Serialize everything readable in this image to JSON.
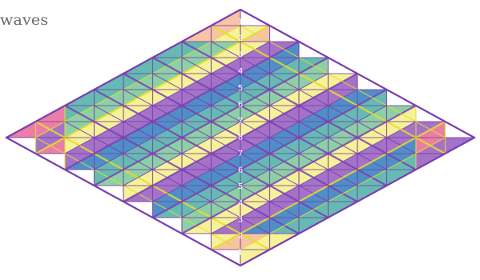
{
  "title": "waves",
  "axis_labels": [
    "1",
    "2",
    "3",
    "4",
    "5",
    "6",
    "7",
    "8",
    "7",
    "6",
    "5",
    "4",
    "3",
    "2",
    "1"
  ],
  "colors": {
    "top_warm": "#f6b58a",
    "yellow": "#f4ee7a",
    "green": "#6cc48c",
    "teal": "#3aa89c",
    "blue": "#1e6fb8",
    "pink": "#e65a8c",
    "violet": "#8a4bb8",
    "grid_violet": "#7b3fb0",
    "grid_yellow": "#e6dc2a"
  }
}
